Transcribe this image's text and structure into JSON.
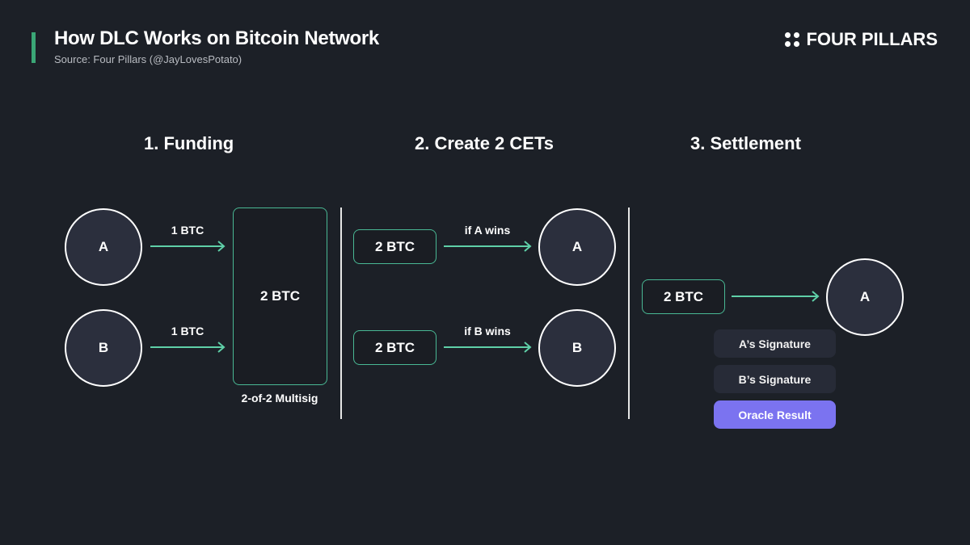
{
  "header": {
    "title": "How DLC Works on Bitcoin Network",
    "subtitle": "Source: Four Pillars (@JayLovesPotato)",
    "logo_text": "FOUR PILLARS",
    "accent_color": "#3aa676"
  },
  "steps": [
    {
      "title": "1. Funding"
    },
    {
      "title": "2. Create 2 CETs"
    },
    {
      "title": "3. Settlement"
    }
  ],
  "funding": {
    "party_a": "A",
    "party_b": "B",
    "arrow_a_label": "1 BTC",
    "arrow_b_label": "1 BTC",
    "multisig_amount": "2 BTC",
    "multisig_label": "2-of-2 Multisig"
  },
  "cets": {
    "cet_a_amount": "2 BTC",
    "cet_a_condition": "if A wins",
    "cet_a_party": "A",
    "cet_b_amount": "2 BTC",
    "cet_b_condition": "if B wins",
    "cet_b_party": "B"
  },
  "settlement": {
    "amount": "2 BTC",
    "recipient": "A",
    "requirements": [
      "A’s Signature",
      "B’s Signature",
      "Oracle Result"
    ],
    "oracle_color": "#7b73f0"
  },
  "colors": {
    "background": "#1c2027",
    "box_border": "#49b894",
    "arrow": "#5fd0a8"
  }
}
